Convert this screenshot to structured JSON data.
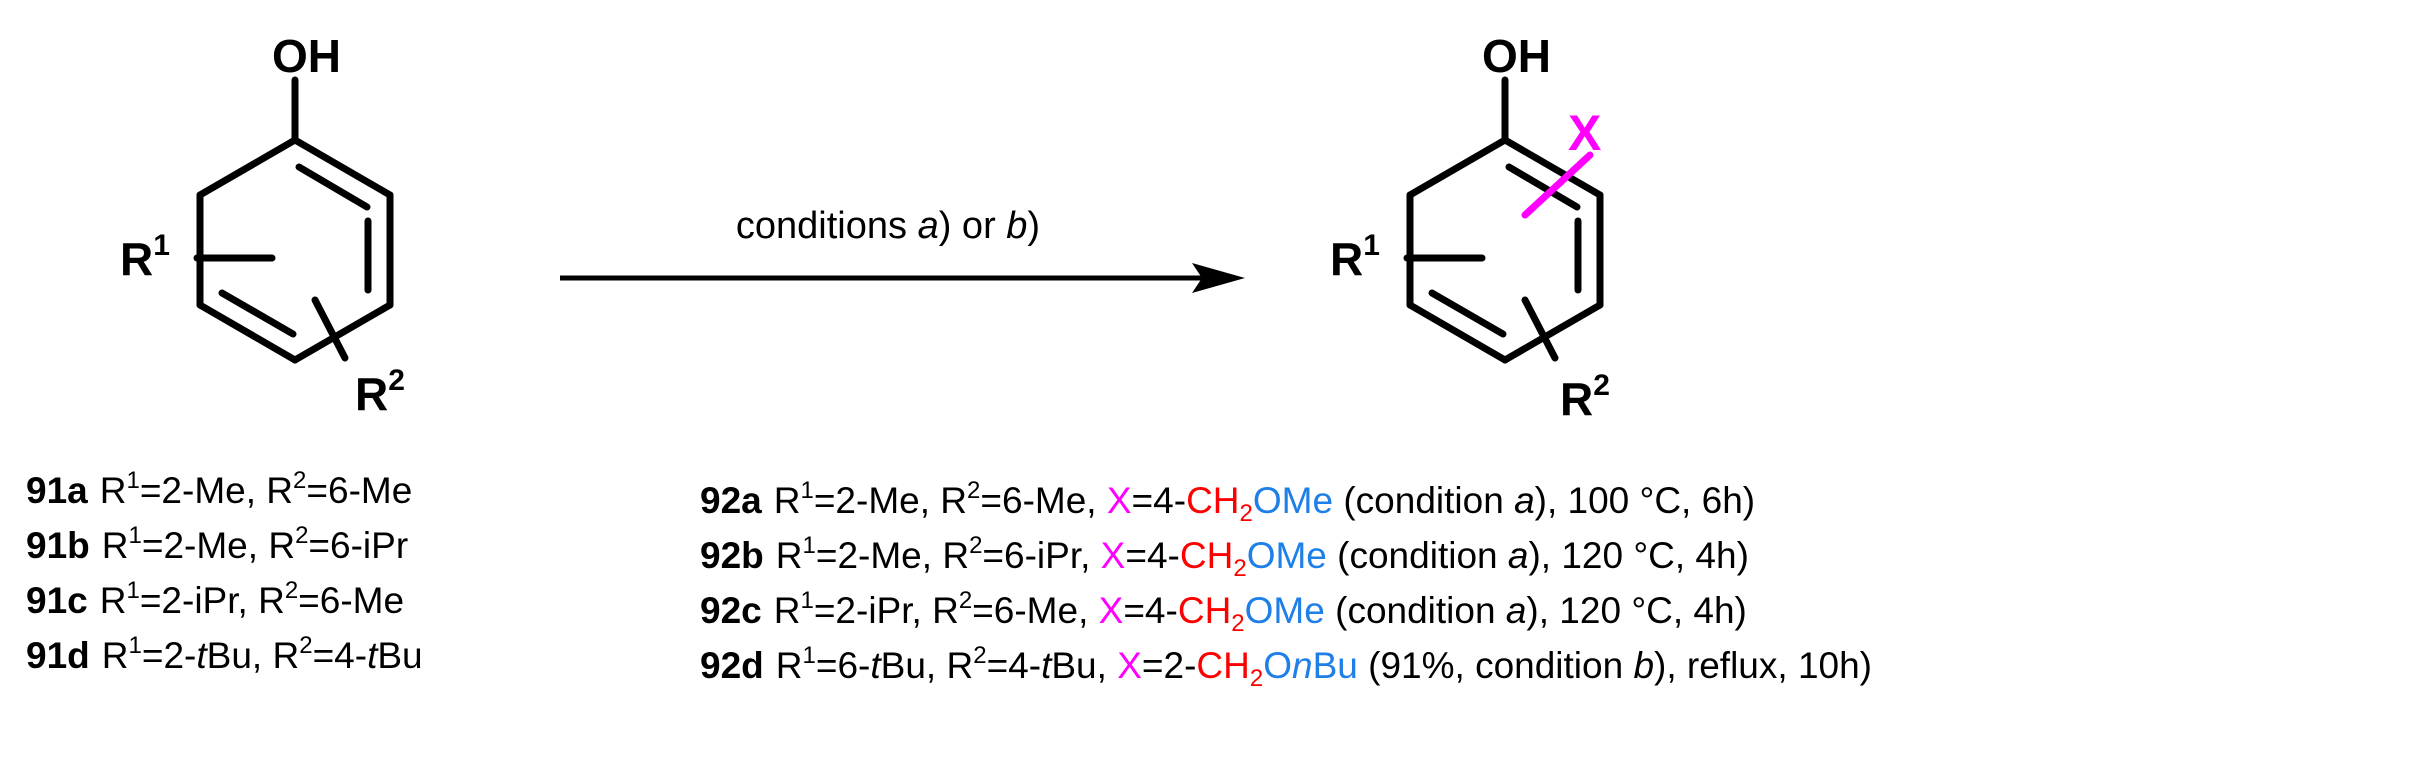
{
  "reactant": {
    "oh": "OH",
    "r1": "R",
    "r1_sup": "1",
    "r2": "R",
    "r2_sup": "2"
  },
  "product": {
    "oh": "OH",
    "x": "X",
    "r1": "R",
    "r1_sup": "1",
    "r2": "R",
    "r2_sup": "2"
  },
  "arrow": {
    "prefix": "conditions ",
    "a": "a",
    "mid": ") or ",
    "b": "b",
    "suffix": ")"
  },
  "compounds_91": [
    {
      "id": "91a",
      "r1_pre": "R",
      "r1_sup": "1",
      "r1_val": "=2-Me",
      "sep": ", ",
      "r2_pre": "R",
      "r2_sup": "2",
      "r2_val": "=6-Me"
    },
    {
      "id": "91b",
      "r1_pre": "R",
      "r1_sup": "1",
      "r1_val": "=2-Me",
      "sep": ", ",
      "r2_pre": "R",
      "r2_sup": "2",
      "r2_val": "=6-iPr"
    },
    {
      "id": "91c",
      "r1_pre": "R",
      "r1_sup": "1",
      "r1_val": "=2-iPr",
      "sep": ", ",
      "r2_pre": "R",
      "r2_sup": "2",
      "r2_val": "=6-Me"
    },
    {
      "id": "91d",
      "r1_pre": "R",
      "r1_sup": "1",
      "r1_val": "=2-",
      "r1_ital": "t",
      "r1_tail": "Bu",
      "sep": ", ",
      "r2_pre": "R",
      "r2_sup": "2",
      "r2_val": "=4-",
      "r2_ital": "t",
      "r2_tail": "Bu"
    }
  ],
  "compounds_92": [
    {
      "id": "92a",
      "r1": "=2-Me",
      "r2": "=6-Me",
      "pos": "=4-",
      "ch": "CH",
      "sub": "2",
      "o": "OMe",
      "o_ital": "",
      "o_tail": "",
      "pre": " (",
      "cond": "condition ",
      "cond_letter": "a",
      "post": "), 100 °C, 6h)"
    },
    {
      "id": "92b",
      "r1": "=2-Me",
      "r2": "=6-iPr",
      "pos": "=4-",
      "ch": "CH",
      "sub": "2",
      "o": "OMe",
      "o_ital": "",
      "o_tail": "",
      "pre": " (",
      "cond": "condition ",
      "cond_letter": "a",
      "post": "), 120 °C, 4h)"
    },
    {
      "id": "92c",
      "r1": "=2-iPr",
      "r2": "=6-Me",
      "pos": "=4-",
      "ch": "CH",
      "sub": "2",
      "o": "OMe",
      "o_ital": "",
      "o_tail": "",
      "pre": " (",
      "cond": "condition ",
      "cond_letter": "a",
      "post": "), 120 °C, 4h)"
    },
    {
      "id": "92d",
      "r1": "=6-",
      "r1_ital": "t",
      "r1_tail": "Bu",
      "r2": "=4-",
      "r2_ital": "t",
      "r2_tail": "Bu",
      "pos": "=2-",
      "ch": "CH",
      "sub": "2",
      "o": "O",
      "o_ital": "n",
      "o_tail": "Bu",
      "pre": " (91%, ",
      "cond": "condition ",
      "cond_letter": "b",
      "post": "), reflux, 10h)"
    }
  ],
  "labels": {
    "R": "R",
    "sup1": "1",
    "sup2": "2",
    "x": "X",
    "sep": ", "
  },
  "colors": {
    "x_magenta": "#ff00ff",
    "ch2_red": "#ff0000",
    "ether_blue": "#1e7fe8"
  }
}
